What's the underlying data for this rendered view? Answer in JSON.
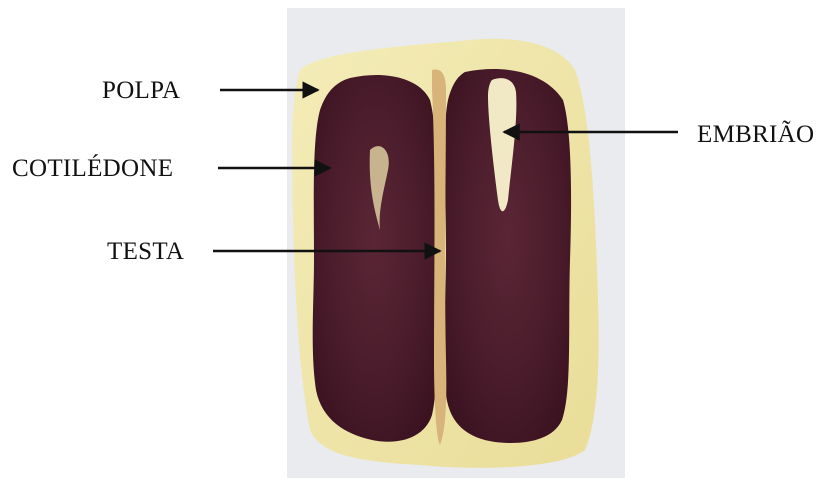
{
  "labels": {
    "polpa": "POLPA",
    "cotiledone": "COTILÉDONE",
    "testa": "TESTA",
    "embriao": "EMBRIÃO"
  },
  "colors": {
    "background": "#ffffff",
    "pulp": "#efe6a8",
    "seed": "#4b1d2c",
    "arrow": "#111111"
  }
}
